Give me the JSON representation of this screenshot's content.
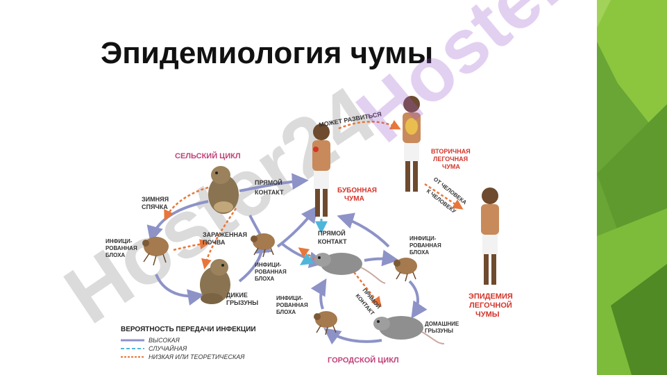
{
  "slide": {
    "title": "Эпидемиология чумы",
    "watermark": "Hoster24",
    "accent_color": "#7cb342"
  },
  "diagram": {
    "rural_cycle": "СЕЛЬСКИЙ ЦИКЛ",
    "urban_cycle": "ГОРОДСКОЙ ЦИКЛ",
    "hibernation": [
      "ЗИМНЯЯ",
      "СПЯЧКА"
    ],
    "infected_flea_left": [
      "ИНФИЦИ-",
      "РОВАННАЯ",
      "БЛОХА"
    ],
    "contaminated_soil": [
      "ЗАРАЖЕННАЯ",
      "ПОЧВА"
    ],
    "wild_rodents": [
      "ДИКИЕ",
      "ГРЫЗУНЫ"
    ],
    "direct_contact_top": [
      "ПРЯМОЙ",
      "КОНТАКТ"
    ],
    "direct_contact_mid": [
      "ПРЯМОЙ",
      "КОНТАКТ"
    ],
    "direct_contact_bottom": [
      "ПРЯМОЙ",
      "КОНТАКТ"
    ],
    "infected_flea_center": [
      "ИНФИЦИ-",
      "РОВАННАЯ",
      "БЛОХА"
    ],
    "infected_flea_right": [
      "ИНФИЦИ-",
      "РОВАННАЯ",
      "БЛОХА"
    ],
    "infected_flea_bottom": [
      "ИНФИЦИ-",
      "РОВАННАЯ",
      "БЛОХА"
    ],
    "domestic_rodents": [
      "ДОМАШНИЕ",
      "ГРЫЗУНЫ"
    ],
    "may_develop": "МОЖЕТ РАЗВИТЬСЯ",
    "bubonic_plague": [
      "БУБОННАЯ",
      "ЧУМА"
    ],
    "secondary_pneumonic": [
      "ВТОРИЧНАЯ",
      "ЛЕГОЧНАЯ",
      "ЧУМА"
    ],
    "person_to_person_1": "ОТ ЧЕЛОВЕКА",
    "person_to_person_2": "К ЧЕЛОВЕКУ",
    "pneumonic_epidemic": [
      "ЭПИДЕМИЯ",
      "ЛЕГОЧНОЙ",
      "ЧУМЫ"
    ],
    "legend": {
      "title": "ВЕРОЯТНОСТЬ ПЕРЕДАЧИ ИНФЕКЦИИ",
      "items": [
        {
          "label": "ВЫСОКАЯ",
          "color": "#8d93c7"
        },
        {
          "label": "СЛУЧАЙНАЯ",
          "color": "#4fb6d9"
        },
        {
          "label": "НИЗКАЯ ИЛИ ТЕОРЕТИЧЕСКАЯ",
          "color": "#e8763a"
        }
      ]
    },
    "colors": {
      "high_arrow": "#8d93c7",
      "random_arrow": "#4fb6d9",
      "low_arrow": "#e8763a",
      "red_label": "#d4342a",
      "cycle_label": "#c2407a",
      "text": "#333333"
    }
  }
}
